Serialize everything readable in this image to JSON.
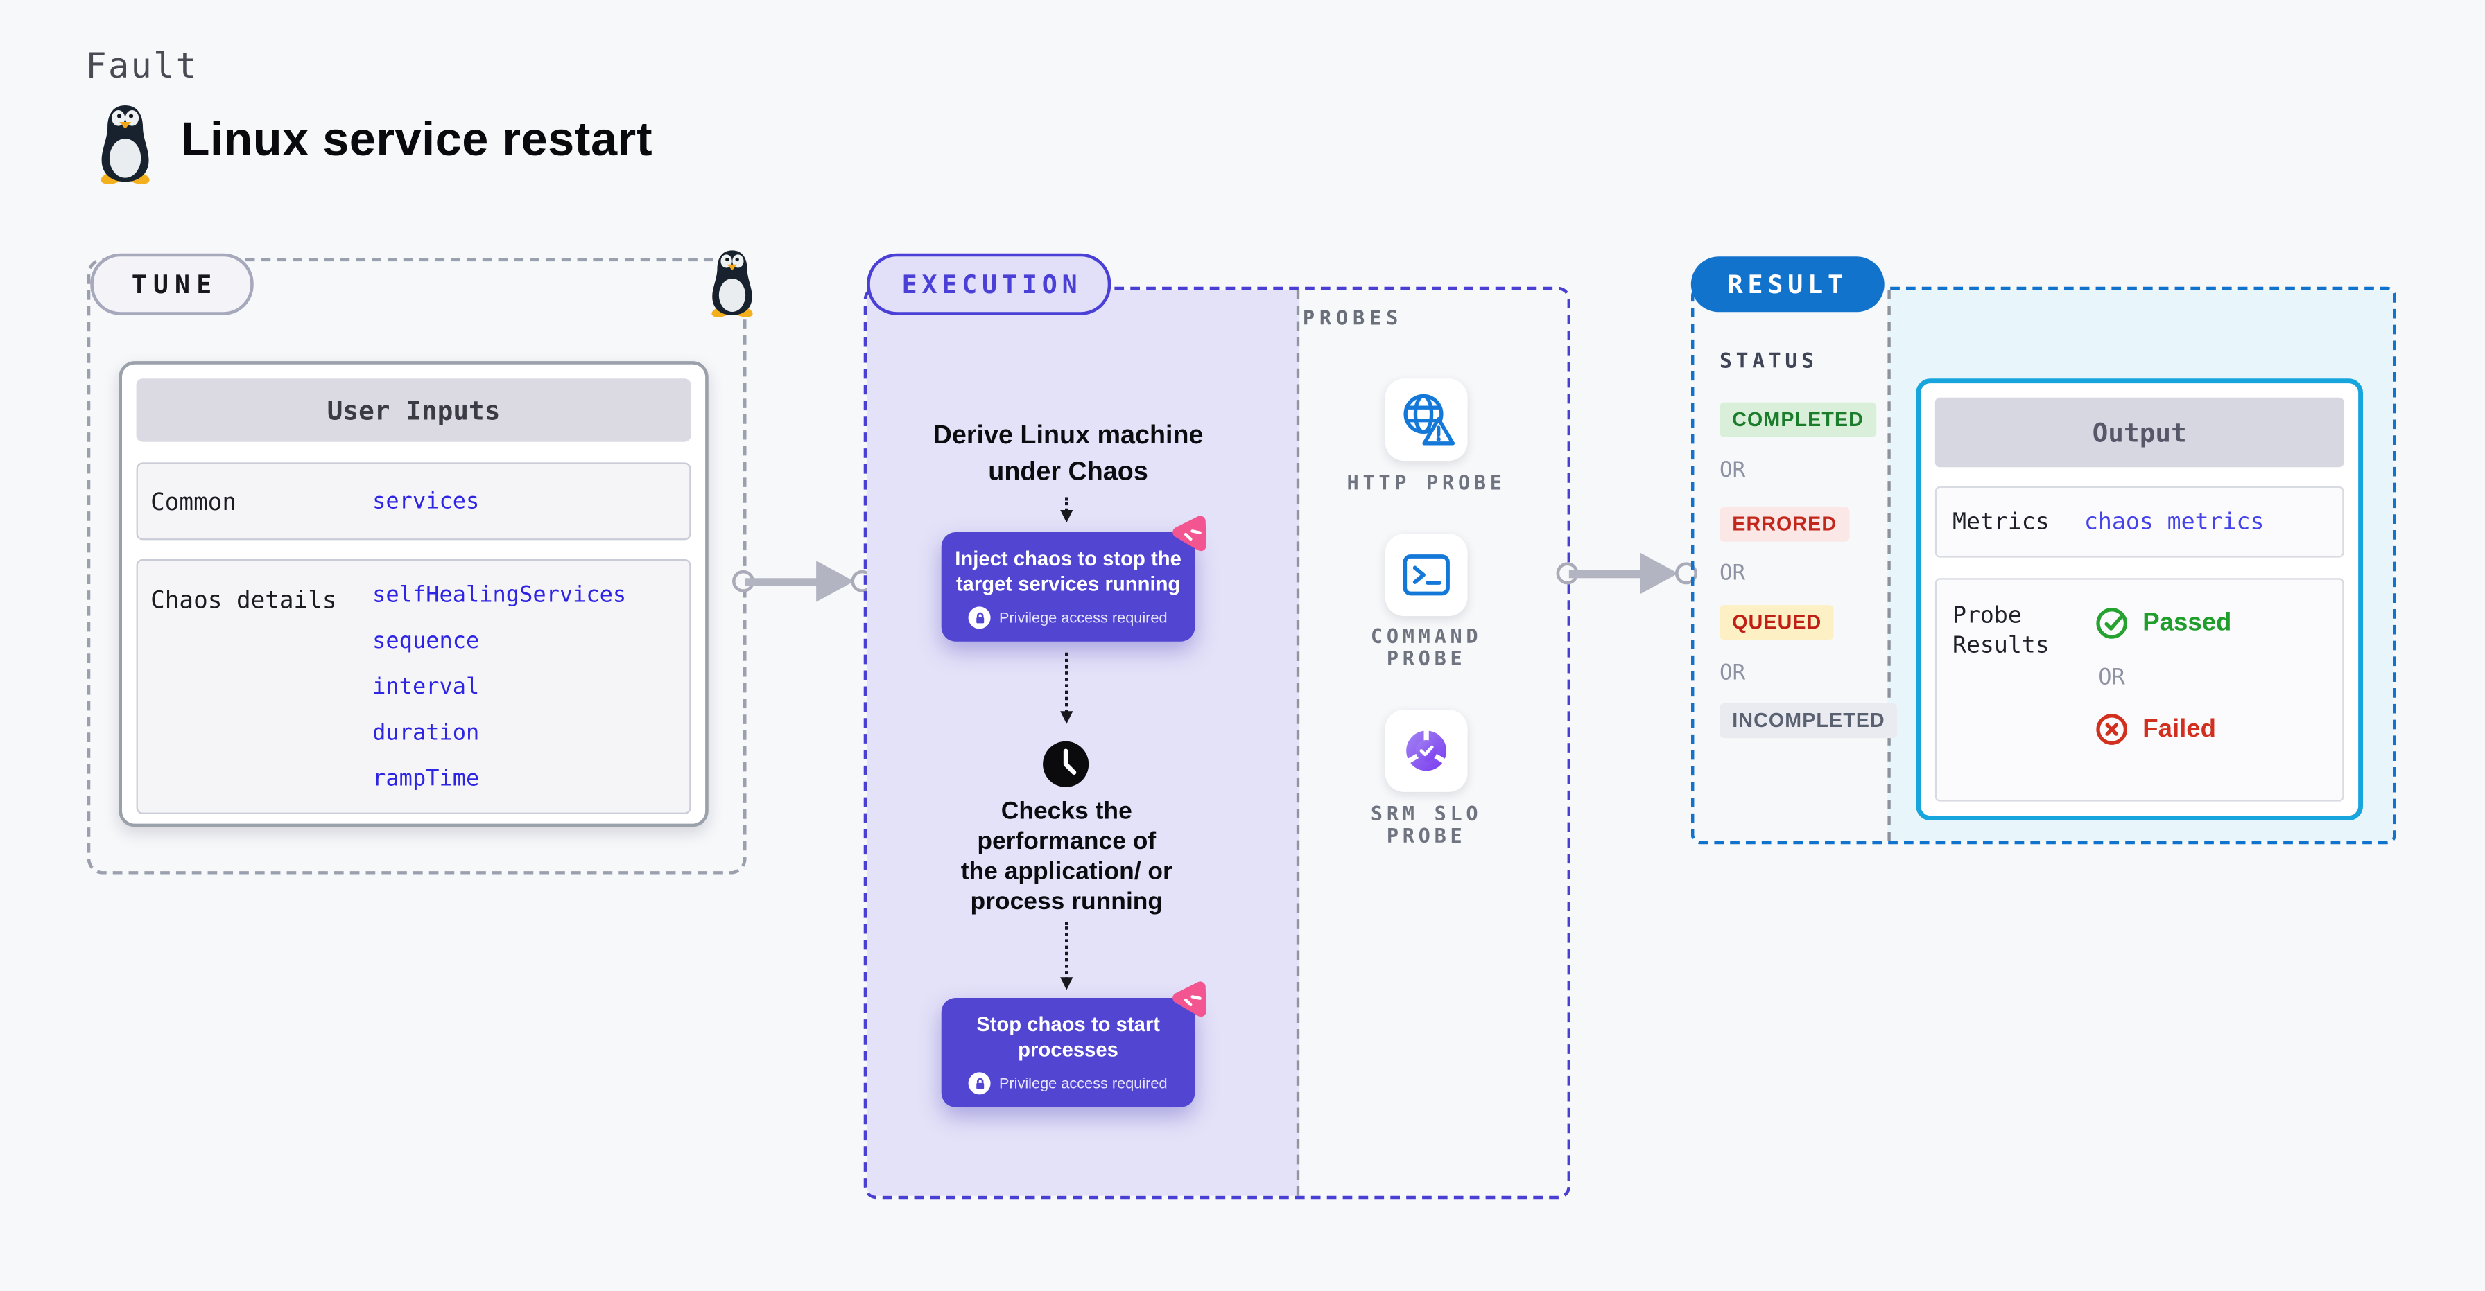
{
  "page": {
    "kicker": "Fault",
    "title": "Linux service restart"
  },
  "tune": {
    "badge": "TUNE",
    "table": {
      "header": "User Inputs",
      "rows": [
        {
          "label": "Common",
          "values": [
            "services"
          ]
        },
        {
          "label": "Chaos details",
          "values": [
            "selfHealingServices",
            "sequence",
            "interval",
            "duration",
            "rampTime"
          ]
        }
      ]
    }
  },
  "execution": {
    "badge": "EXECUTION",
    "derive_lines": [
      "Derive Linux machine",
      "under Chaos"
    ],
    "inject": {
      "lines": [
        "Inject chaos to stop the",
        "target services running"
      ],
      "note": "Privilege access required"
    },
    "checks_lines": [
      "Checks the",
      "performance of",
      "the application/ or",
      "process running"
    ],
    "stop": {
      "lines": [
        "Stop chaos to start",
        "processes"
      ],
      "note": "Privilege access required"
    }
  },
  "probes": {
    "label": "PROBES",
    "items": [
      {
        "icon": "globe-alert-icon",
        "line1": "HTTP PROBE",
        "line2": ""
      },
      {
        "icon": "terminal-icon",
        "line1": "COMMAND",
        "line2": "PROBE"
      },
      {
        "icon": "slo-pie-icon",
        "line1": "SRM SLO",
        "line2": "PROBE"
      }
    ]
  },
  "result": {
    "badge": "RESULT",
    "status_label": "STATUS",
    "or": "OR",
    "statuses": [
      {
        "label": "COMPLETED",
        "fg": "#1b7c2c",
        "bg": "#d9efd9"
      },
      {
        "label": "ERRORED",
        "fg": "#c3271c",
        "bg": "#fbe7e6"
      },
      {
        "label": "QUEUED",
        "fg": "#bf2015",
        "bg": "#fdf0c4"
      },
      {
        "label": "INCOMPLETED",
        "fg": "#5a6170",
        "bg": "#e9ebf1"
      }
    ],
    "output": {
      "header": "Output",
      "metrics_label": "Metrics",
      "metrics_value": "chaos metrics",
      "probe_label_lines": [
        "Probe",
        "Results"
      ],
      "passed": "Passed",
      "failed": "Failed"
    }
  },
  "colors": {
    "page_bg": "#f7f8fa",
    "execution_accent": "#4b40d6",
    "execution_fill": "#e4e2f8",
    "chaos_step_bg": "#5145d2",
    "result_accent": "#1273cc",
    "output_border": "#16a5dc",
    "output_fill": "#e8f5fa",
    "value_blue": "#2e24e4",
    "passed_green": "#1f9e2c",
    "failed_red": "#d2301f",
    "pink_chaos": "#f2558f",
    "probe_icon_blue": "#1478d8"
  }
}
